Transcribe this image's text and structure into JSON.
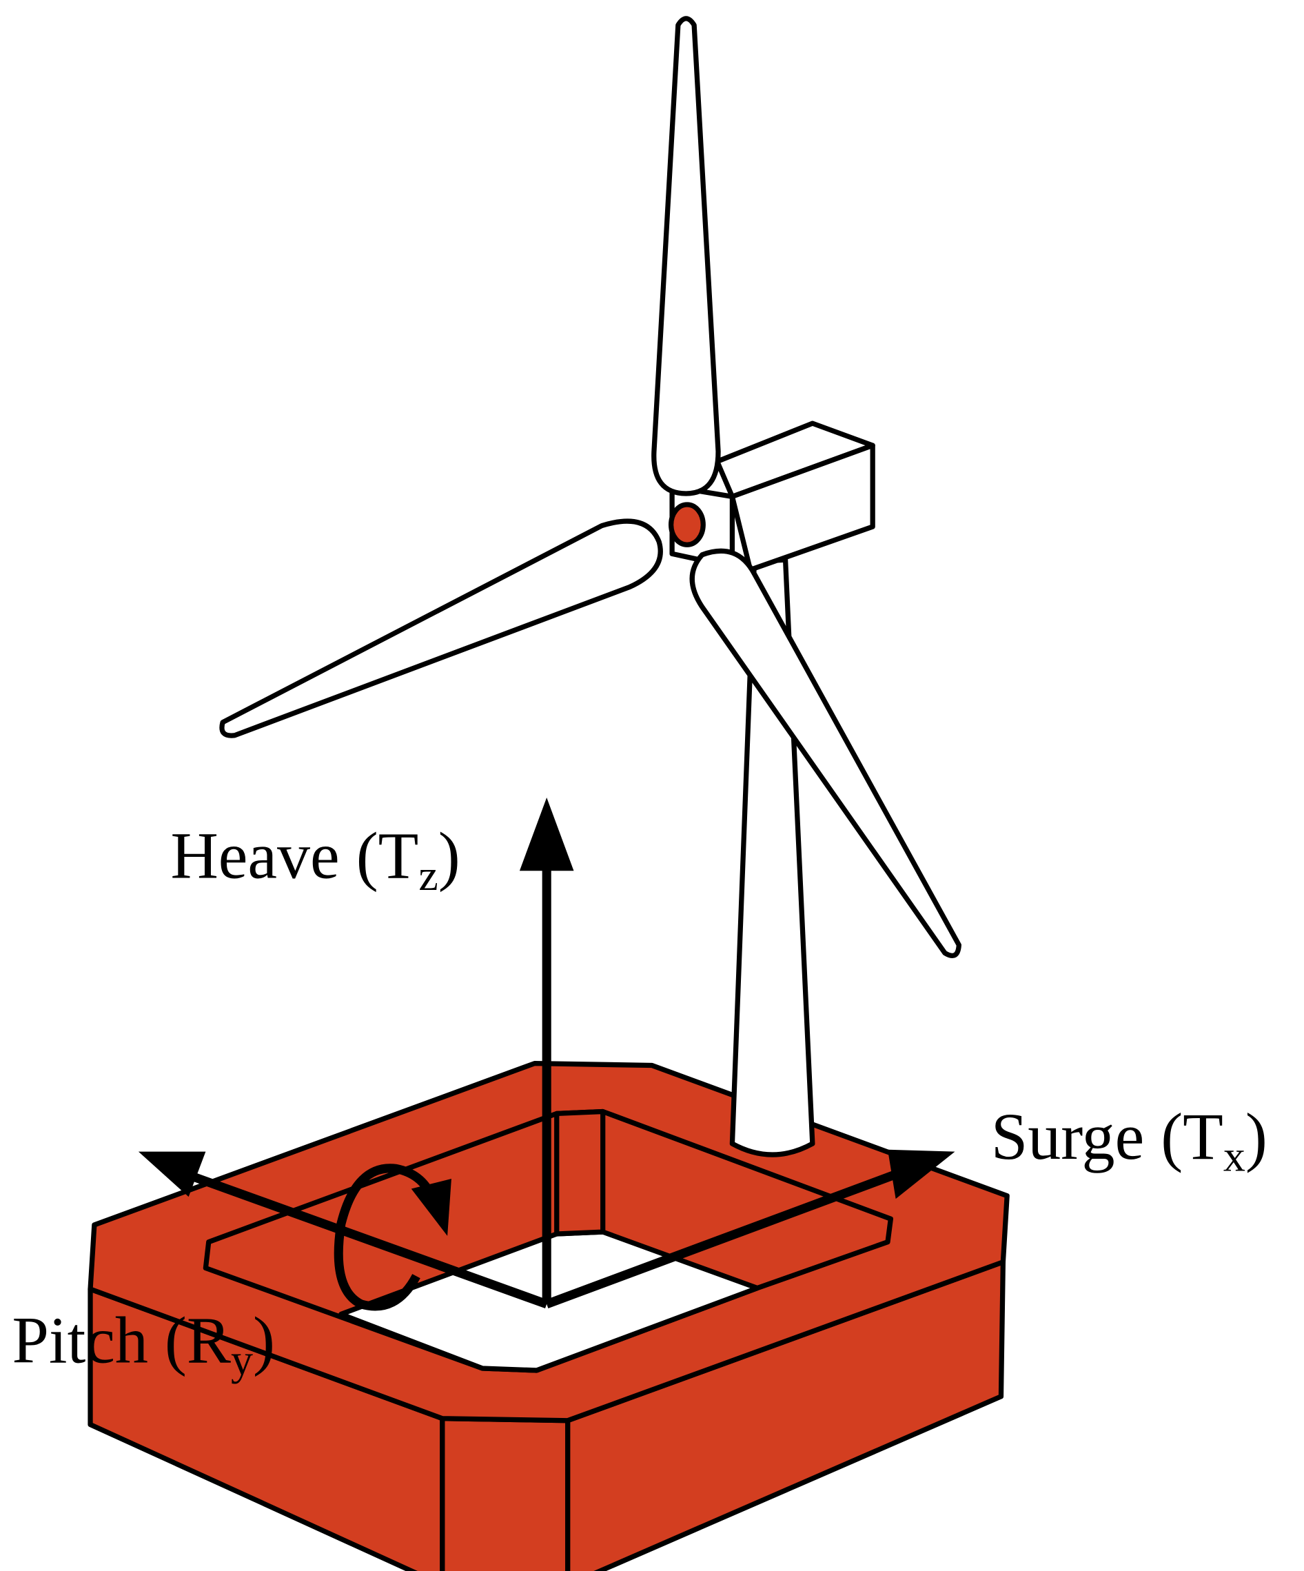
{
  "labels": {
    "heave": {
      "main": "Heave (T",
      "sub": "z",
      "close": ")"
    },
    "surge": {
      "main": "Surge (T",
      "sub": "x",
      "close": ")"
    },
    "pitch": {
      "main": "Pitch (R",
      "sub": "y",
      "close": ")"
    }
  },
  "colors": {
    "platform": "#d33e20",
    "hub": "#d33e20",
    "outline": "#000000",
    "turbine": "#ffffff"
  }
}
